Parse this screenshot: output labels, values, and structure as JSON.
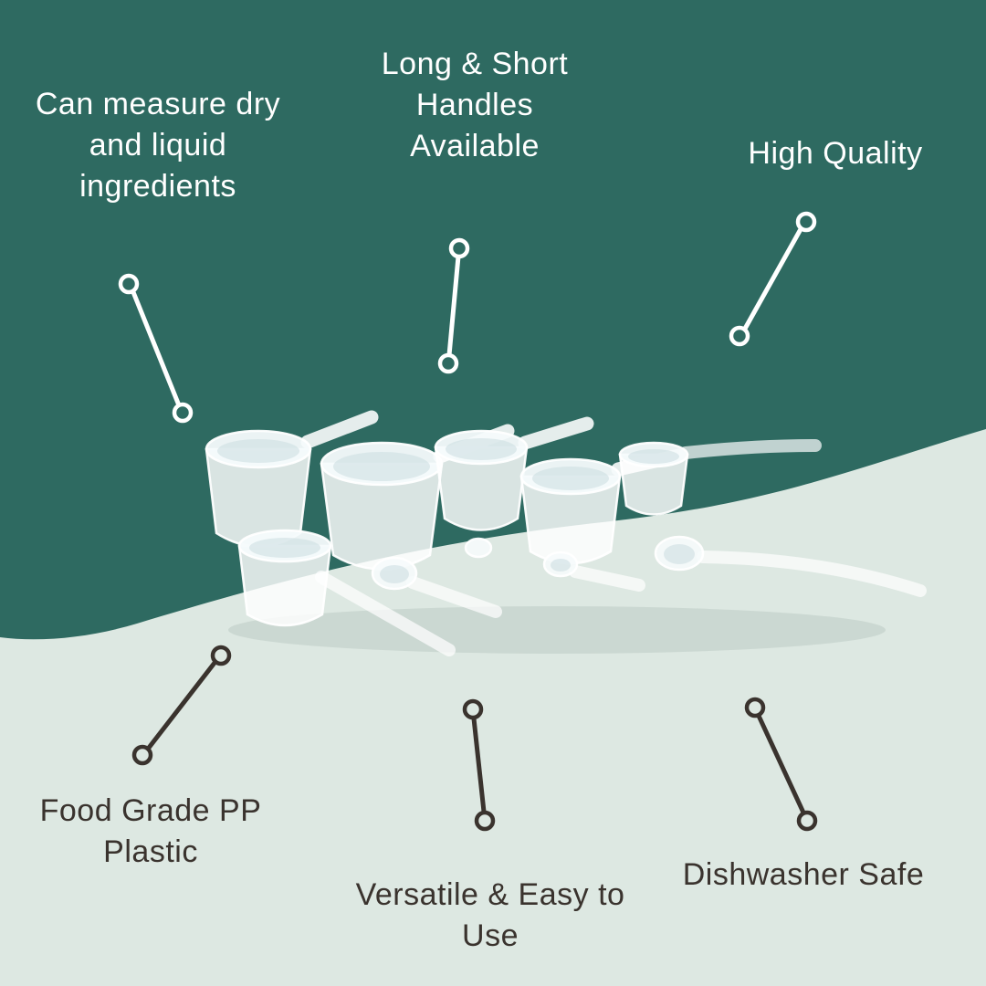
{
  "colors": {
    "teal_background": "#2E6A61",
    "mint_background": "#DDE8E2",
    "text_light": "#FFFFFF",
    "text_dark": "#3A332E"
  },
  "callouts": {
    "measure": {
      "line1": "Can measure dry",
      "line2": "and liquid",
      "line3": "ingredients"
    },
    "handles": {
      "line1": "Long & Short",
      "line2": "Handles",
      "line3": "Available"
    },
    "quality": {
      "line1": "High Quality"
    },
    "food_grade": {
      "line1": "Food Grade PP",
      "line2": "Plastic"
    },
    "versatile": {
      "line1": "Versatile & Easy to",
      "line2": "Use"
    },
    "dishwasher": {
      "line1": "Dishwasher Safe"
    }
  }
}
